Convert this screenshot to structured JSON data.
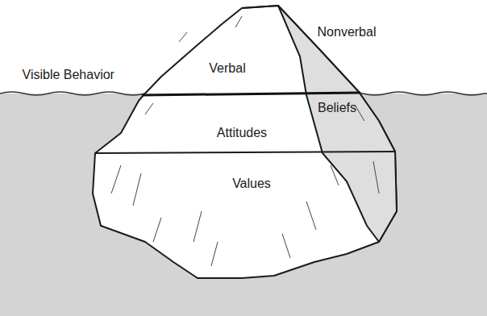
{
  "diagram": {
    "nodes": [
      {
        "text": [
          "Nonverbal"
        ]
      },
      {
        "text": [
          "Verbal"
        ]
      },
      {
        "text": [
          "Beliefs"
        ]
      },
      {
        "text": [
          "Attitudes"
        ]
      },
      {
        "text": [
          "Values"
        ]
      }
    ],
    "labels": [
      "Visible Behavior"
    ]
  }
}
